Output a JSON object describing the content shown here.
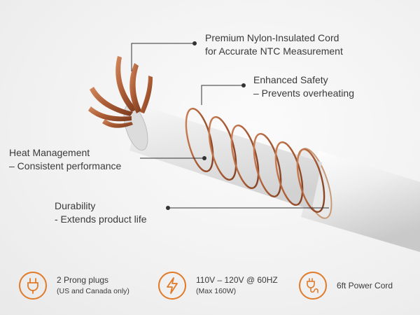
{
  "callouts": {
    "cord": {
      "line1": "Premium Nylon-Insulated Cord",
      "line2": "for Accurate NTC Measurement"
    },
    "safety": {
      "line1": "Enhanced Safety",
      "line2": "– Prevents overheating"
    },
    "heat": {
      "line1": "Heat Management",
      "line2": "– Consistent performance"
    },
    "durability": {
      "line1": "Durability",
      "line2": "- Extends product life"
    }
  },
  "features": [
    {
      "title": "2 Prong plugs",
      "subtitle": "(US and Canada only)",
      "icon": "plug-icon"
    },
    {
      "title": "110V – 120V @ 60HZ",
      "subtitle": "(Max 160W)",
      "icon": "lightning-icon"
    },
    {
      "title": "6ft Power Cord",
      "subtitle": "",
      "icon": "power-cord-icon"
    }
  ],
  "colors": {
    "accent": "#e07b2a",
    "copper": "#b8693f",
    "tube": "#e6e6e6",
    "text": "#3a3a3a"
  }
}
